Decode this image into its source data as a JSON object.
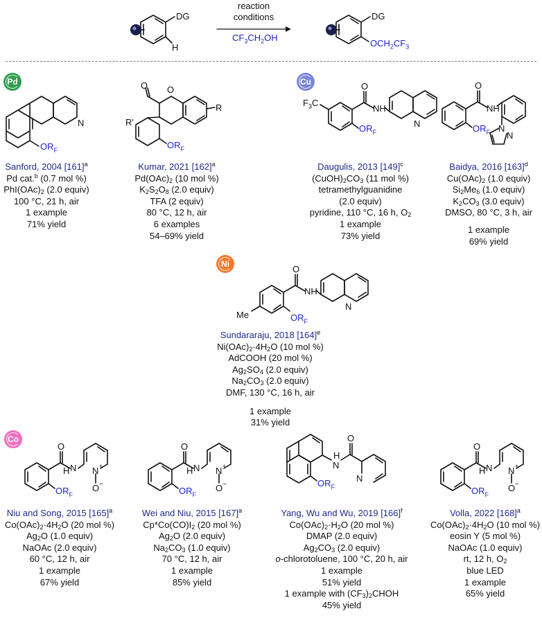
{
  "header": {
    "dg": "DG",
    "h": "H",
    "arrow_top1": "reaction",
    "arrow_top2": "conditions",
    "solvent": "CF3CH2OH",
    "product_group": "OCH2CF3"
  },
  "badges": {
    "pd": {
      "label": "Pd",
      "color": "#2e9e4f"
    },
    "cu": {
      "label": "Cu",
      "color": "#7b86d8"
    },
    "ni": {
      "label": "Ni",
      "color": "#f07a2e"
    },
    "co": {
      "label": "Co",
      "color": "#ee6fbf"
    }
  },
  "atoms": {
    "N": "N",
    "NH": "NH",
    "H": "H",
    "O": "O",
    "OR": "OR",
    "F": "F",
    "R": "R",
    "Rp": "R'",
    "F3C": "F3C",
    "Me": "Me",
    "Nplus": "N",
    "Ominus": "O",
    "minus": "−",
    "plus": "+"
  },
  "entries": [
    {
      "ref": "Sanford, 2004 [161]",
      "mark": "a",
      "lines": [
        "Pd cat.|b| (0.7 mol %)",
        "PhI(OAc)2 (2.0 equiv)",
        "100 °C, 21 h, air",
        "1 example",
        "71% yield"
      ]
    },
    {
      "ref": "Kumar, 2021 [162]",
      "mark": "a",
      "lines": [
        "Pd(OAc)2 (10 mol %)",
        "K2S2O8 (2.0 equiv)",
        "TFA (2 equiv)",
        "80 °C, 12 h, air",
        "6 examples",
        "54–69% yield"
      ]
    },
    {
      "ref": "Daugulis, 2013 [149]",
      "mark": "c",
      "lines": [
        "(CuOH)2CO3 (11 mol %)",
        "tetramethylguanidine",
        "(2.0 equiv)",
        "pyridine, 110 °C, 16 h, O2",
        "1 example",
        "73% yield"
      ]
    },
    {
      "ref": "Baidya, 2016 [163]",
      "mark": "d",
      "lines": [
        "Cu(OAc)2 (1.0 equiv)",
        "Si2Me6 (1.0 equiv)",
        "K2CO3 (3.0 equiv)",
        "DMSO, 80 °C, 3 h, air",
        "",
        "1 example",
        "69% yield"
      ]
    },
    {
      "ref": "Sundararaju, 2018 [164]",
      "mark": "e",
      "lines": [
        "Ni(OAc)2·4H2O (10 mol %)",
        "AdCOOH (20 mol %)",
        "Ag2SO4 (2.0 equiv)",
        "Na2CO3 (2.0 equiv)",
        "DMF, 130 °C, 16 h, air",
        "",
        "1 example",
        "31% yield"
      ]
    },
    {
      "ref": "Niu and Song, 2015 [165]",
      "mark": "a",
      "lines": [
        "Co(OAc)2·4H2O (20 mol %)",
        "Ag2O (1.0 equiv)",
        "NaOAc (2.0 equiv)",
        "60 °C, 12 h, air",
        "1 example",
        "67% yield"
      ]
    },
    {
      "ref": "Wei and Niu, 2015 [167]",
      "mark": "a",
      "lines": [
        "Cp*Co(CO)I2 (20 mol %)",
        "Ag2O (2.0 equiv)",
        "Na2CO3 (1.0 equiv)",
        "70 °C, 12 h, air",
        "1 example",
        "85% yield"
      ]
    },
    {
      "ref": "Yang, Wu and Wu, 2019 [166]",
      "mark": "f",
      "lines": [
        "Co(OAc)2·H2O (20 mol %)",
        "DMAP (2.0 equiv)",
        "Ag2CO3 (2.0 equiv)",
        "o-chlorotoluene, 100 °C, 20 h, air",
        "1 example",
        "51% yield",
        "1 example with (CF3)2CHOH",
        "45% yield"
      ]
    },
    {
      "ref": "Volla, 2022 [168]",
      "mark": "a",
      "lines": [
        "Co(OAc)2·4H2O (10 mol %)",
        "eosin Y (5 mol %)",
        "NaOAc (1.0 equiv)",
        "rt, 12 h, O2",
        "blue LED",
        "1 example",
        "65% yield"
      ]
    }
  ]
}
